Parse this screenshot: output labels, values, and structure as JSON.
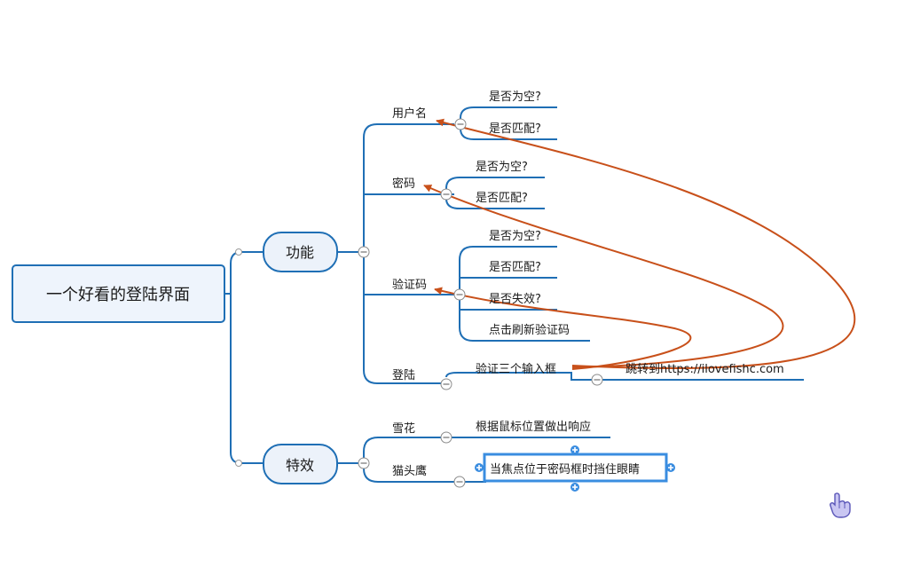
{
  "root": {
    "label": "一个好看的登陆界面"
  },
  "branches": [
    {
      "label": "功能",
      "children": [
        {
          "label": "用户名",
          "children": [
            "是否为空?",
            "是否匹配?"
          ]
        },
        {
          "label": "密码",
          "children": [
            "是否为空?",
            "是否匹配?"
          ]
        },
        {
          "label": "验证码",
          "children": [
            "是否为空?",
            "是否匹配?",
            "是否失效?",
            "点击刷新验证码"
          ]
        },
        {
          "label": "登陆",
          "children": [
            "验证三个输入框",
            "跳转到https://ilovefishc.com"
          ]
        }
      ]
    },
    {
      "label": "特效",
      "children": [
        {
          "label": "雪花",
          "children": [
            "根据鼠标位置做出响应"
          ]
        },
        {
          "label": "猫头鹰",
          "children": [
            "当焦点位于密码框时挡住眼睛"
          ]
        }
      ]
    }
  ],
  "colors": {
    "branch_line": "#1f6fb5",
    "relationship_arrow": "#c8501a",
    "root_fill": "#eef4fc",
    "node_fill": "#ecf2fa",
    "node_border": "#1f6fb5"
  },
  "icons": {
    "corner": "hand-pointer-icon",
    "collapse": "collapse-minus-icon"
  }
}
